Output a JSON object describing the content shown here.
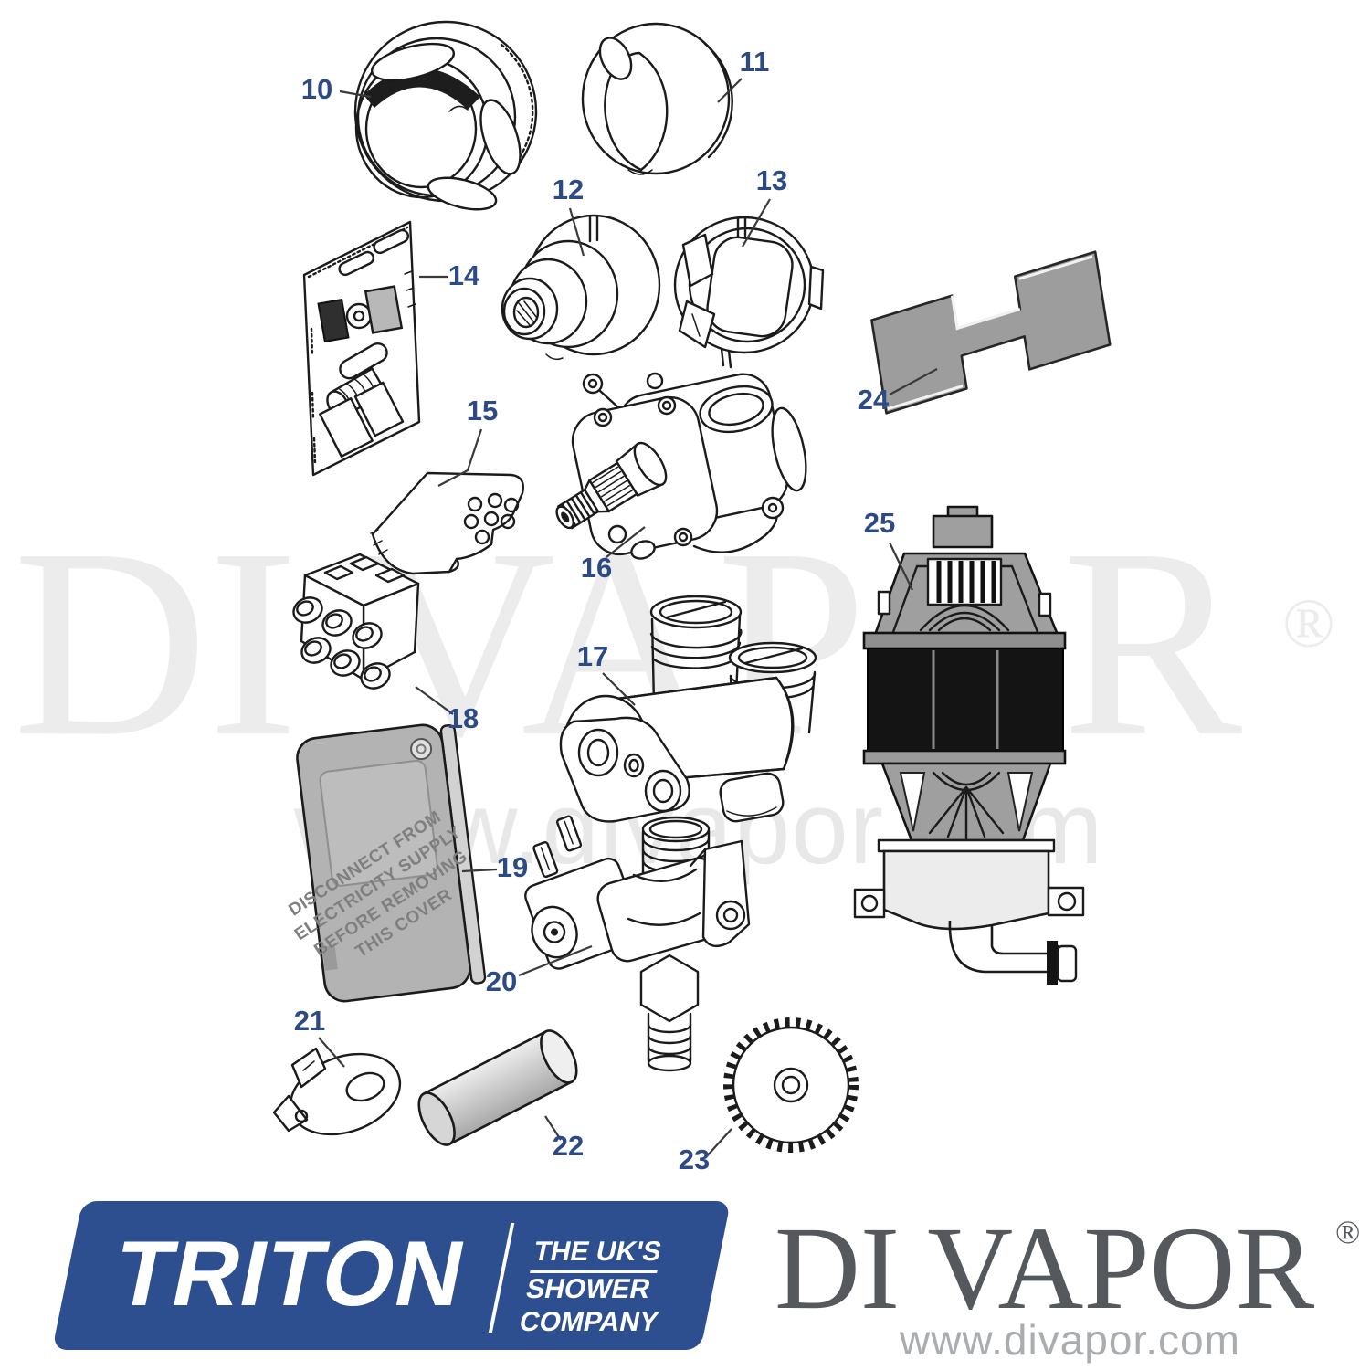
{
  "diagram": {
    "parts": [
      {
        "number": "10"
      },
      {
        "number": "11"
      },
      {
        "number": "12"
      },
      {
        "number": "13"
      },
      {
        "number": "14"
      },
      {
        "number": "15"
      },
      {
        "number": "16"
      },
      {
        "number": "17"
      },
      {
        "number": "18"
      },
      {
        "number": "19"
      },
      {
        "number": "20"
      },
      {
        "number": "21"
      },
      {
        "number": "22"
      },
      {
        "number": "23"
      },
      {
        "number": "24"
      },
      {
        "number": "25"
      }
    ],
    "cover_warning": {
      "line1": "DISCONNECT FROM",
      "line2": "ELECTRICITY SUPPLY",
      "line3": "BEFORE REMOVING",
      "line4": "THIS COVER"
    },
    "label_color": "#2c4a84"
  },
  "watermark": {
    "brand": "DI VAPOR",
    "registered_mark": "®",
    "url": "www.divapor.com",
    "color": "#ececec"
  },
  "footer": {
    "triton": {
      "brand": "TRITON",
      "tagline_line1": "THE UK'S",
      "tagline_line2": "SHOWER",
      "tagline_line3": "COMPANY",
      "bg_color": "#2d4f8f",
      "text_color": "#ffffff"
    },
    "divapor": {
      "brand": "DI VAPOR",
      "registered_mark": "®",
      "url": "www.divapor.com",
      "brand_color": "#55595d",
      "url_color": "#a9adb0"
    }
  }
}
